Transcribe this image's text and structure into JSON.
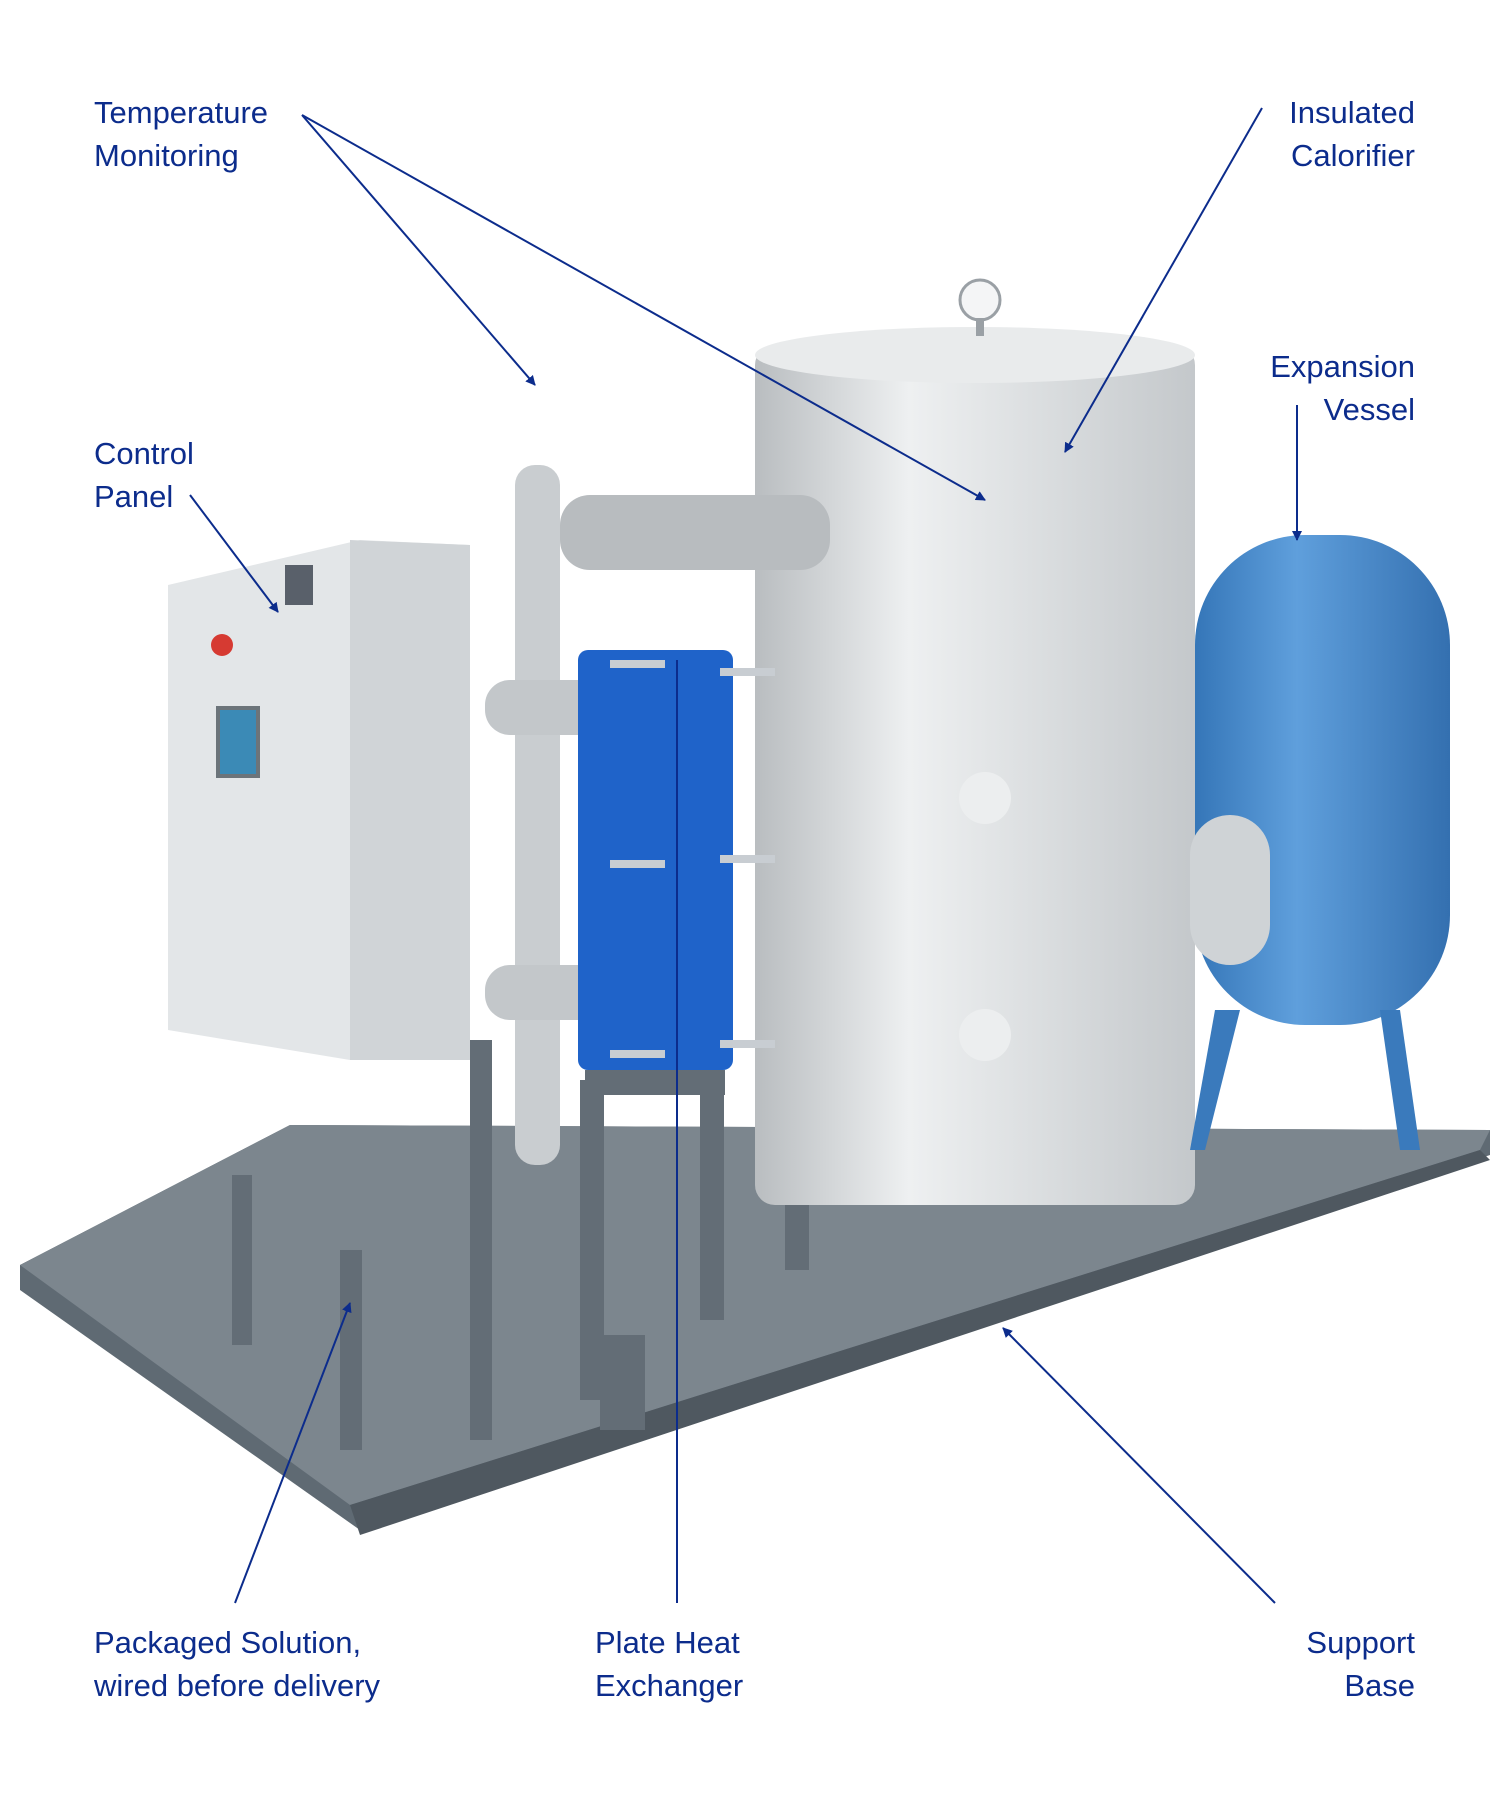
{
  "colors": {
    "label": "#0c2c8c",
    "steel": "#5f6a73",
    "calorifier": "#d9dcde",
    "expansion_vessel": "#3f86c8",
    "heat_exchanger": "#1f63c9",
    "control_panel": "#e3e6e8"
  },
  "labels": {
    "temperature_monitoring": {
      "line1": "Temperature",
      "line2": "Monitoring"
    },
    "insulated_calorifier": {
      "line1": "Insulated",
      "line2": "Calorifier"
    },
    "expansion_vessel": {
      "line1": "Expansion",
      "line2": "Vessel"
    },
    "control_panel": {
      "line1": "Control",
      "line2": "Panel"
    },
    "packaged_solution": {
      "line1": "Packaged Solution,",
      "line2": "wired before delivery"
    },
    "plate_heat_exchanger": {
      "line1": "Plate Heat",
      "line2": "Exchanger"
    },
    "support_base": {
      "line1": "Support",
      "line2": "Base"
    }
  }
}
